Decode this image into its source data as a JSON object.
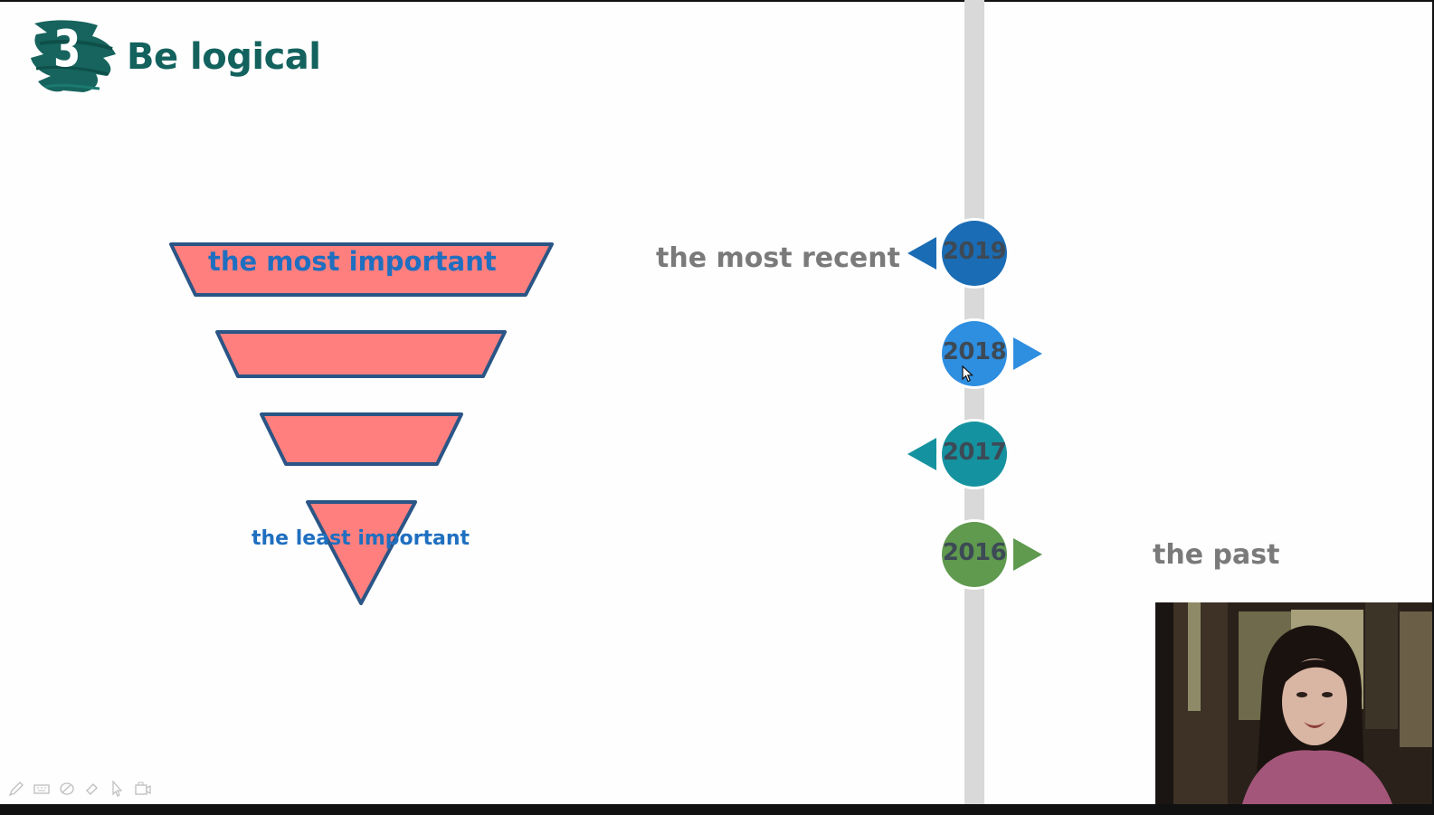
{
  "slide": {
    "number": "3",
    "title": "Be logical"
  },
  "funnel": {
    "top_label": "the most important",
    "bottom_label": "the least important",
    "fill_color": "#fe7f7d",
    "stroke_color": "#2a5586",
    "label_color": "#1f6fc0"
  },
  "timeline": {
    "label_recent": "the most recent",
    "label_past": "the past",
    "events": [
      {
        "year": "2019",
        "color": "#1a6cb4",
        "arrow": "left"
      },
      {
        "year": "2018",
        "color": "#2e8ee0",
        "arrow": "right"
      },
      {
        "year": "2017",
        "color": "#15929f",
        "arrow": "left"
      },
      {
        "year": "2016",
        "color": "#5f9a4e",
        "arrow": "right"
      }
    ]
  },
  "toolbar": {
    "icons": [
      "pen-icon",
      "keyboard-icon",
      "eraser-icon",
      "highlighter-icon",
      "pointer-icon",
      "camera-icon"
    ]
  }
}
